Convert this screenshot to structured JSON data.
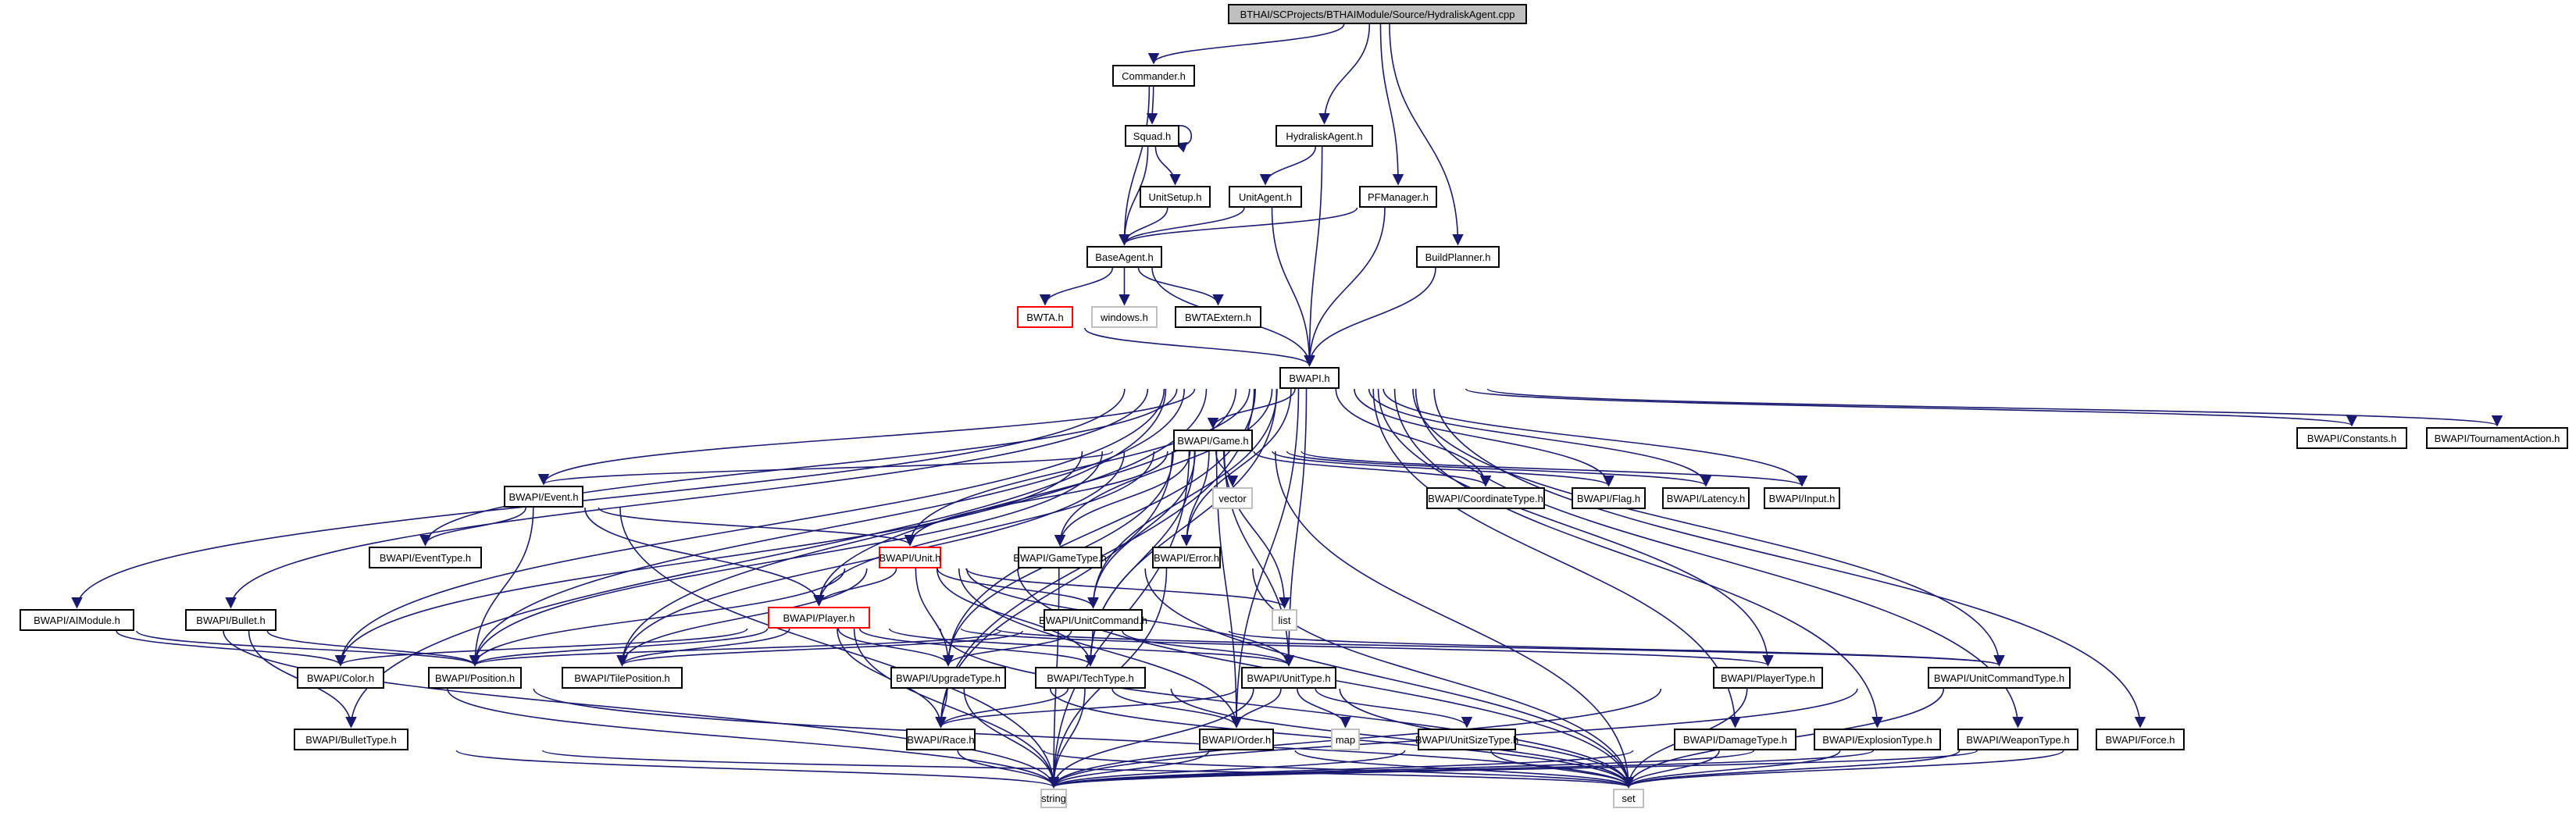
{
  "title": "BTHAI/SCProjects/BTHAIModule/Source/HydraliskAgent.cpp",
  "colors": {
    "edge": "#191970",
    "root_fill": "#bfbfbf",
    "incomplete_border": "#ff0000",
    "system_border": "#bfbfbf",
    "node_border": "#000000"
  },
  "nodes": [
    {
      "id": "root",
      "label": "BTHAI/SCProjects/BTHAIModule/Source/HydraliskAgent.cpp",
      "kind": "root"
    },
    {
      "id": "commander",
      "label": "Commander.h",
      "kind": "normal"
    },
    {
      "id": "squad",
      "label": "Squad.h",
      "kind": "normal"
    },
    {
      "id": "hydraliskagent",
      "label": "HydraliskAgent.h",
      "kind": "normal"
    },
    {
      "id": "unitsetup",
      "label": "UnitSetup.h",
      "kind": "normal"
    },
    {
      "id": "unitagent",
      "label": "UnitAgent.h",
      "kind": "normal"
    },
    {
      "id": "pfmanager",
      "label": "PFManager.h",
      "kind": "normal"
    },
    {
      "id": "baseagent",
      "label": "BaseAgent.h",
      "kind": "normal"
    },
    {
      "id": "buildplanner",
      "label": "BuildPlanner.h",
      "kind": "normal"
    },
    {
      "id": "bwta",
      "label": "BWTA.h",
      "kind": "incomplete"
    },
    {
      "id": "windows",
      "label": "windows.h",
      "kind": "system"
    },
    {
      "id": "bwtaextern",
      "label": "BWTAExtern.h",
      "kind": "normal"
    },
    {
      "id": "bwapi",
      "label": "BWAPI.h",
      "kind": "normal"
    },
    {
      "id": "game",
      "label": "BWAPI/Game.h",
      "kind": "normal"
    },
    {
      "id": "constants",
      "label": "BWAPI/Constants.h",
      "kind": "normal"
    },
    {
      "id": "tournament",
      "label": "BWAPI/TournamentAction.h",
      "kind": "normal"
    },
    {
      "id": "event",
      "label": "BWAPI/Event.h",
      "kind": "normal"
    },
    {
      "id": "vector",
      "label": "vector",
      "kind": "system"
    },
    {
      "id": "coordtype",
      "label": "BWAPI/CoordinateType.h",
      "kind": "normal"
    },
    {
      "id": "flag",
      "label": "BWAPI/Flag.h",
      "kind": "normal"
    },
    {
      "id": "latency",
      "label": "BWAPI/Latency.h",
      "kind": "normal"
    },
    {
      "id": "input",
      "label": "BWAPI/Input.h",
      "kind": "normal"
    },
    {
      "id": "eventtype",
      "label": "BWAPI/EventType.h",
      "kind": "normal"
    },
    {
      "id": "unit",
      "label": "BWAPI/Unit.h",
      "kind": "incomplete"
    },
    {
      "id": "gametype",
      "label": "BWAPI/GameType.h",
      "kind": "normal"
    },
    {
      "id": "error",
      "label": "BWAPI/Error.h",
      "kind": "normal"
    },
    {
      "id": "aimodule",
      "label": "BWAPI/AIModule.h",
      "kind": "normal"
    },
    {
      "id": "bullet",
      "label": "BWAPI/Bullet.h",
      "kind": "normal"
    },
    {
      "id": "player",
      "label": "BWAPI/Player.h",
      "kind": "incomplete"
    },
    {
      "id": "unitcommand",
      "label": "BWAPI/UnitCommand.h",
      "kind": "normal"
    },
    {
      "id": "list",
      "label": "list",
      "kind": "system"
    },
    {
      "id": "color",
      "label": "BWAPI/Color.h",
      "kind": "normal"
    },
    {
      "id": "position",
      "label": "BWAPI/Position.h",
      "kind": "normal"
    },
    {
      "id": "tileposition",
      "label": "BWAPI/TilePosition.h",
      "kind": "normal"
    },
    {
      "id": "upgradetype",
      "label": "BWAPI/UpgradeType.h",
      "kind": "normal"
    },
    {
      "id": "techtype",
      "label": "BWAPI/TechType.h",
      "kind": "normal"
    },
    {
      "id": "unittype",
      "label": "BWAPI/UnitType.h",
      "kind": "normal"
    },
    {
      "id": "playertype",
      "label": "BWAPI/PlayerType.h",
      "kind": "normal"
    },
    {
      "id": "unitcommandtype",
      "label": "BWAPI/UnitCommandType.h",
      "kind": "normal"
    },
    {
      "id": "bullettype",
      "label": "BWAPI/BulletType.h",
      "kind": "normal"
    },
    {
      "id": "race",
      "label": "BWAPI/Race.h",
      "kind": "normal"
    },
    {
      "id": "order",
      "label": "BWAPI/Order.h",
      "kind": "normal"
    },
    {
      "id": "map",
      "label": "map",
      "kind": "system"
    },
    {
      "id": "unitsizetype",
      "label": "BWAPI/UnitSizeType.h",
      "kind": "normal"
    },
    {
      "id": "damagetype",
      "label": "BWAPI/DamageType.h",
      "kind": "normal"
    },
    {
      "id": "explosiontype",
      "label": "BWAPI/ExplosionType.h",
      "kind": "normal"
    },
    {
      "id": "weapontype",
      "label": "BWAPI/WeaponType.h",
      "kind": "normal"
    },
    {
      "id": "force",
      "label": "BWAPI/Force.h",
      "kind": "normal"
    },
    {
      "id": "string",
      "label": "string",
      "kind": "system"
    },
    {
      "id": "set",
      "label": "set",
      "kind": "system"
    }
  ],
  "edges": [
    [
      "root",
      "commander"
    ],
    [
      "root",
      "hydraliskagent"
    ],
    [
      "root",
      "pfmanager"
    ],
    [
      "root",
      "buildplanner"
    ],
    [
      "commander",
      "squad"
    ],
    [
      "commander",
      "baseagent"
    ],
    [
      "squad",
      "squad"
    ],
    [
      "squad",
      "unitsetup"
    ],
    [
      "squad",
      "baseagent"
    ],
    [
      "unitsetup",
      "baseagent"
    ],
    [
      "hydraliskagent",
      "unitagent"
    ],
    [
      "hydraliskagent",
      "bwapi"
    ],
    [
      "unitagent",
      "baseagent"
    ],
    [
      "unitagent",
      "bwapi"
    ],
    [
      "pfmanager",
      "baseagent"
    ],
    [
      "pfmanager",
      "bwapi"
    ],
    [
      "buildplanner",
      "bwapi"
    ],
    [
      "baseagent",
      "bwta"
    ],
    [
      "baseagent",
      "windows"
    ],
    [
      "baseagent",
      "bwtaextern"
    ],
    [
      "baseagent",
      "bwapi"
    ],
    [
      "bwta",
      "bwapi"
    ],
    [
      "bwapi",
      "game"
    ],
    [
      "bwapi",
      "constants"
    ],
    [
      "bwapi",
      "tournament"
    ],
    [
      "bwapi",
      "event"
    ],
    [
      "bwapi",
      "eventtype"
    ],
    [
      "bwapi",
      "coordtype"
    ],
    [
      "bwapi",
      "flag"
    ],
    [
      "bwapi",
      "latency"
    ],
    [
      "bwapi",
      "input"
    ],
    [
      "bwapi",
      "unit"
    ],
    [
      "bwapi",
      "gametype"
    ],
    [
      "bwapi",
      "error"
    ],
    [
      "bwapi",
      "aimodule"
    ],
    [
      "bwapi",
      "bullet"
    ],
    [
      "bwapi",
      "player"
    ],
    [
      "bwapi",
      "unitcommand"
    ],
    [
      "bwapi",
      "color"
    ],
    [
      "bwapi",
      "position"
    ],
    [
      "bwapi",
      "tileposition"
    ],
    [
      "bwapi",
      "upgradetype"
    ],
    [
      "bwapi",
      "techtype"
    ],
    [
      "bwapi",
      "unittype"
    ],
    [
      "bwapi",
      "playertype"
    ],
    [
      "bwapi",
      "unitcommandtype"
    ],
    [
      "bwapi",
      "bullettype"
    ],
    [
      "bwapi",
      "race"
    ],
    [
      "bwapi",
      "order"
    ],
    [
      "bwapi",
      "damagetype"
    ],
    [
      "bwapi",
      "explosiontype"
    ],
    [
      "bwapi",
      "weapontype"
    ],
    [
      "bwapi",
      "force"
    ],
    [
      "game",
      "vector"
    ],
    [
      "game",
      "coordtype"
    ],
    [
      "game",
      "flag"
    ],
    [
      "game",
      "latency"
    ],
    [
      "game",
      "input"
    ],
    [
      "game",
      "event"
    ],
    [
      "game",
      "unit"
    ],
    [
      "game",
      "gametype"
    ],
    [
      "game",
      "error"
    ],
    [
      "game",
      "player"
    ],
    [
      "game",
      "color"
    ],
    [
      "game",
      "position"
    ],
    [
      "game",
      "tileposition"
    ],
    [
      "game",
      "upgradetype"
    ],
    [
      "game",
      "techtype"
    ],
    [
      "game",
      "unittype"
    ],
    [
      "game",
      "list"
    ],
    [
      "game",
      "race"
    ],
    [
      "game",
      "order"
    ],
    [
      "game",
      "string"
    ],
    [
      "game",
      "set"
    ],
    [
      "game",
      "unitcommand"
    ],
    [
      "event",
      "eventtype"
    ],
    [
      "event",
      "unit"
    ],
    [
      "event",
      "player"
    ],
    [
      "event",
      "position"
    ],
    [
      "event",
      "string"
    ],
    [
      "unit",
      "unitcommand"
    ],
    [
      "unit",
      "upgradetype"
    ],
    [
      "unit",
      "techtype"
    ],
    [
      "unit",
      "unittype"
    ],
    [
      "unit",
      "order"
    ],
    [
      "unit",
      "position"
    ],
    [
      "unit",
      "tileposition"
    ],
    [
      "unit",
      "list"
    ],
    [
      "unit",
      "set"
    ],
    [
      "unit",
      "player"
    ],
    [
      "gametype",
      "string"
    ],
    [
      "gametype",
      "set"
    ],
    [
      "error",
      "string"
    ],
    [
      "error",
      "set"
    ],
    [
      "aimodule",
      "color"
    ],
    [
      "aimodule",
      "position"
    ],
    [
      "aimodule",
      "string"
    ],
    [
      "bullet",
      "position"
    ],
    [
      "bullet",
      "bullettype"
    ],
    [
      "player",
      "color"
    ],
    [
      "player",
      "position"
    ],
    [
      "player",
      "tileposition"
    ],
    [
      "player",
      "upgradetype"
    ],
    [
      "player",
      "techtype"
    ],
    [
      "player",
      "unittype"
    ],
    [
      "player",
      "playertype"
    ],
    [
      "player",
      "race"
    ],
    [
      "player",
      "unitcommandtype"
    ],
    [
      "player",
      "string"
    ],
    [
      "player",
      "set"
    ],
    [
      "unitcommand",
      "upgradetype"
    ],
    [
      "unitcommand",
      "techtype"
    ],
    [
      "unitcommand",
      "unittype"
    ],
    [
      "unitcommand",
      "unitcommandtype"
    ],
    [
      "unitcommand",
      "tileposition"
    ],
    [
      "unitcommand",
      "position"
    ],
    [
      "color",
      "string"
    ],
    [
      "color",
      "set"
    ],
    [
      "upgradetype",
      "race"
    ],
    [
      "upgradetype",
      "string"
    ],
    [
      "upgradetype",
      "set"
    ],
    [
      "techtype",
      "race"
    ],
    [
      "techtype",
      "order"
    ],
    [
      "techtype",
      "string"
    ],
    [
      "techtype",
      "set"
    ],
    [
      "unittype",
      "race"
    ],
    [
      "unittype",
      "map"
    ],
    [
      "unittype",
      "unitsizetype"
    ],
    [
      "unittype",
      "string"
    ],
    [
      "unittype",
      "set"
    ],
    [
      "unittype",
      "order"
    ],
    [
      "playertype",
      "string"
    ],
    [
      "playertype",
      "set"
    ],
    [
      "unitcommandtype",
      "string"
    ],
    [
      "unitcommandtype",
      "set"
    ],
    [
      "bullettype",
      "string"
    ],
    [
      "bullettype",
      "set"
    ],
    [
      "race",
      "string"
    ],
    [
      "race",
      "set"
    ],
    [
      "order",
      "string"
    ],
    [
      "order",
      "set"
    ],
    [
      "unitsizetype",
      "string"
    ],
    [
      "unitsizetype",
      "set"
    ],
    [
      "damagetype",
      "string"
    ],
    [
      "damagetype",
      "set"
    ],
    [
      "explosiontype",
      "string"
    ],
    [
      "explosiontype",
      "set"
    ],
    [
      "weapontype",
      "string"
    ],
    [
      "weapontype",
      "set"
    ],
    [
      "force",
      "string"
    ],
    [
      "force",
      "set"
    ]
  ]
}
